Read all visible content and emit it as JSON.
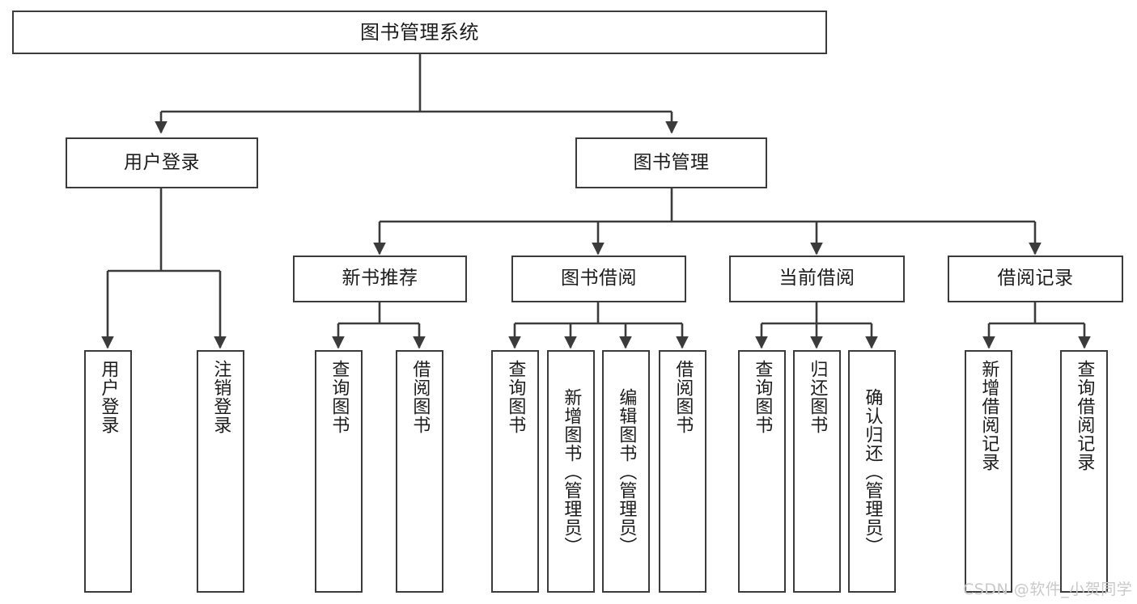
{
  "diagram": {
    "type": "tree-hierarchy-chart",
    "title": "图书管理系统",
    "stroke_color": "#3b3b3b",
    "fill_color": "#ffffff",
    "text_color": "#1c1c1c",
    "watermark": "CSDN @软件_小贺同学",
    "levels": [
      {
        "level": 1,
        "nodes": [
          {
            "id": "root",
            "label": "图书管理系统"
          }
        ]
      },
      {
        "level": 2,
        "nodes": [
          {
            "id": "login",
            "label": "用户登录"
          },
          {
            "id": "bookmgmt",
            "label": "图书管理"
          }
        ]
      },
      {
        "level": 3,
        "nodes": [
          {
            "id": "newbook",
            "label": "新书推荐"
          },
          {
            "id": "borrow",
            "label": "图书借阅"
          },
          {
            "id": "current",
            "label": "当前借阅"
          },
          {
            "id": "record",
            "label": "借阅记录"
          }
        ]
      },
      {
        "level": 4,
        "nodes": [
          {
            "id": "leaf1",
            "label": "用户登录",
            "parent": "login"
          },
          {
            "id": "leaf2",
            "label": "注销登录",
            "parent": "login"
          },
          {
            "id": "leaf3",
            "label": "查询图书",
            "parent": "newbook"
          },
          {
            "id": "leaf4",
            "label": "借阅图书",
            "parent": "newbook"
          },
          {
            "id": "leaf5",
            "label": "查询图书",
            "parent": "borrow"
          },
          {
            "id": "leaf6",
            "label": "新增图书（管理员）",
            "parent": "borrow"
          },
          {
            "id": "leaf7",
            "label": "编辑图书（管理员）",
            "parent": "borrow"
          },
          {
            "id": "leaf8",
            "label": "借阅图书",
            "parent": "borrow"
          },
          {
            "id": "leaf9",
            "label": "查询图书",
            "parent": "current"
          },
          {
            "id": "leaf10",
            "label": "归还图书",
            "parent": "current"
          },
          {
            "id": "leaf11",
            "label": "确认归还（管理员）",
            "parent": "current"
          },
          {
            "id": "leaf12",
            "label": "新增借阅记录",
            "parent": "record"
          },
          {
            "id": "leaf13",
            "label": "查询借阅记录",
            "parent": "record"
          }
        ]
      }
    ]
  }
}
